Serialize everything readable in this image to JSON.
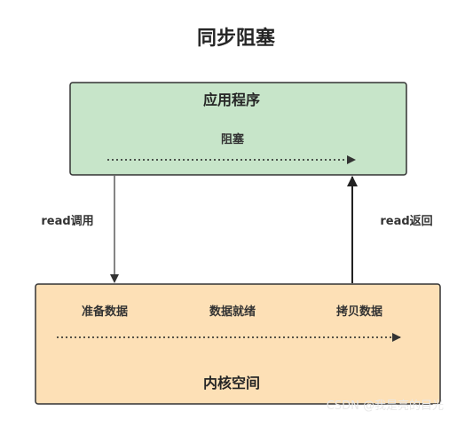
{
  "title": "同步阻塞",
  "app_box": {
    "label": "应用程序",
    "process_label": "阻塞",
    "fill": "#c7e5c9"
  },
  "kernel_box": {
    "label": "内核空间",
    "phases": [
      "准备数据",
      "数据就绪",
      "拷贝数据"
    ],
    "fill": "#fde0b6"
  },
  "arrows": {
    "call_label": "read调用",
    "return_label": "read返回"
  },
  "watermark": "CSDN @我是亮的目光"
}
